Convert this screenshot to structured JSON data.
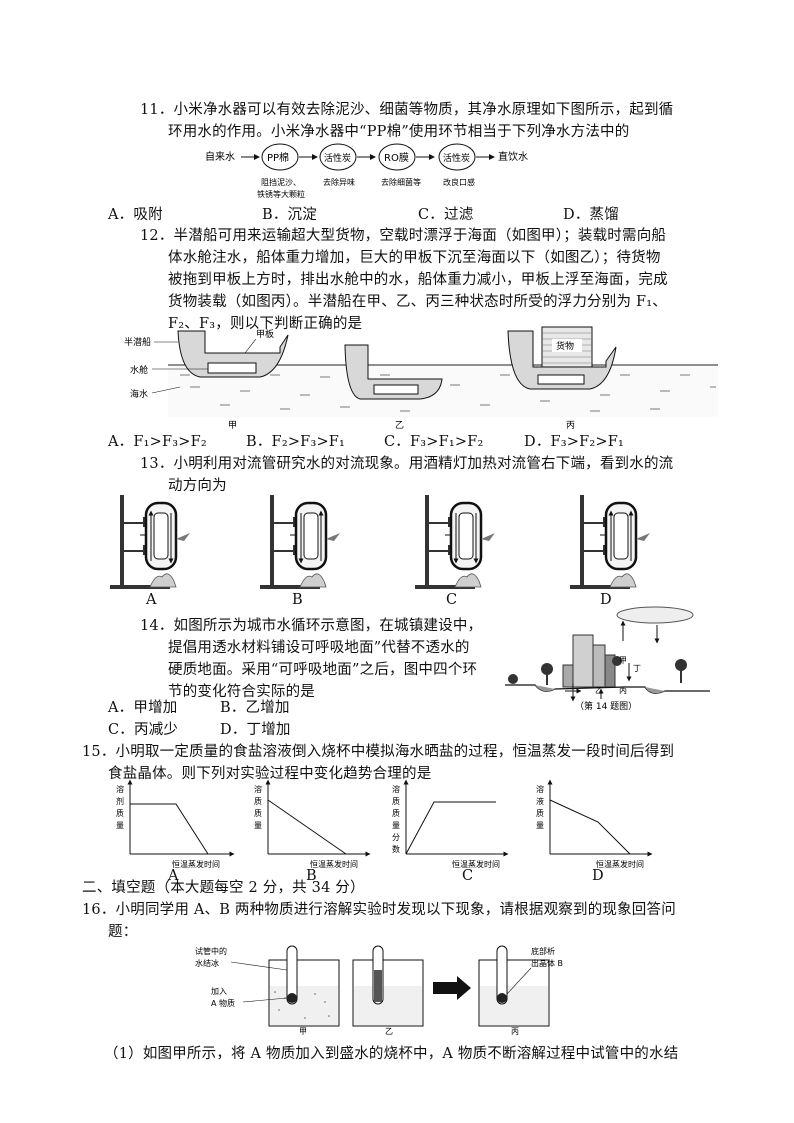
{
  "q11": {
    "line1": "11．小米净水器可以有效去除泥沙、细菌等物质，其净水原理如下图所示，起到循",
    "line2": "环用水的作用。小米净水器中“PP棉”使用环节相当于下列净水方法中的",
    "flow": {
      "source": "自来水",
      "s1": "PP棉",
      "s2": "活性炭",
      "s3": "RO膜",
      "s4": "活性炭",
      "sink": "直饮水",
      "n1a": "阻挡泥沙、",
      "n1b": "铁锈等大颗粒",
      "n2": "去除异味",
      "n3": "去除细菌等",
      "n4": "改良口感"
    },
    "options": [
      "A．吸附",
      "B．沉淀",
      "C．过滤",
      "D．蒸馏"
    ]
  },
  "q12": {
    "line1": "12．半潜船可用来运输超大型货物，空载时漂浮于海面（如图甲）；装载时需向船",
    "line2": "体水舱注水，船体重力增加，巨大的甲板下沉至海面以下（如图乙）；待货物",
    "line3": "被拖到甲板上方时，排出水舱中的水，船体重力减小，甲板上浮至海面，完成",
    "line4": "货物装载（如图丙）。半潜船在甲、乙、丙三种状态时所受的浮力分别为 F₁、",
    "line5": "F₂、F₃，则以下判断正确的是",
    "labels": {
      "ship": "半潜船",
      "deck": "甲板",
      "tank": "水舱",
      "sea": "海水",
      "cargo": "货物",
      "a": "甲",
      "b": "乙",
      "c": "丙"
    },
    "options": [
      "A．F₁>F₃>F₂",
      "B．F₂>F₃>F₁",
      "C．F₃>F₁>F₂",
      "D．F₃>F₂>F₁"
    ]
  },
  "q13": {
    "line1": "13．小明利用对流管研究水的对流现象。用酒精灯加热对流管右下端，看到水的流",
    "line2": "动方向为",
    "labels": [
      "A",
      "B",
      "C",
      "D"
    ]
  },
  "q14": {
    "line1": "14．如图所示为城市水循环示意图，在城镇建设中，",
    "line2": "提倡用透水材料铺设可呼吸地面”代替不透水的",
    "line3": "硬质地面。采用“可呼吸地面”之后，图中四个环",
    "line4": "节的变化符合实际的是",
    "fig_labels": {
      "jia": "甲",
      "yi": "乙",
      "bing": "丙",
      "ding": "丁"
    },
    "caption": "（第 14 题图）",
    "options": [
      "A．甲增加",
      "B．乙增加",
      "C．丙减少",
      "D．丁增加"
    ]
  },
  "q15": {
    "line1": "15．小明取一定质量的食盐溶液倒入烧杯中模拟海水晒盐的过程，恒温蒸发一段时间后得到",
    "line2": "食盐晶体。则下列对实验过程中变化趋势合理的是",
    "xlabel": "恒温蒸发时间",
    "ylabels": [
      "溶剂质量",
      "溶质质量",
      "溶质质量分数",
      "溶液质量"
    ],
    "labels": [
      "A",
      "B",
      "C",
      "D"
    ]
  },
  "section2": "二、填空题（本大题每空 2 分，共 34 分）",
  "q16": {
    "line1": "16．小明同学用 A、B 两种物质进行溶解实验时发现以下现象，请根据观察到的现象回答问",
    "line2": "题：",
    "labels": {
      "tube": "试管中的",
      "tube2": "水结冰",
      "add": "加入",
      "add2": "A 物质",
      "bottom": "底部析",
      "bottom2": "出晶体 B",
      "a": "甲",
      "b": "乙",
      "c": "丙"
    },
    "sub1": "（1）如图甲所示，将 A 物质加入到盛水的烧杯中，A 物质不断溶解过程中试管中的水结"
  }
}
